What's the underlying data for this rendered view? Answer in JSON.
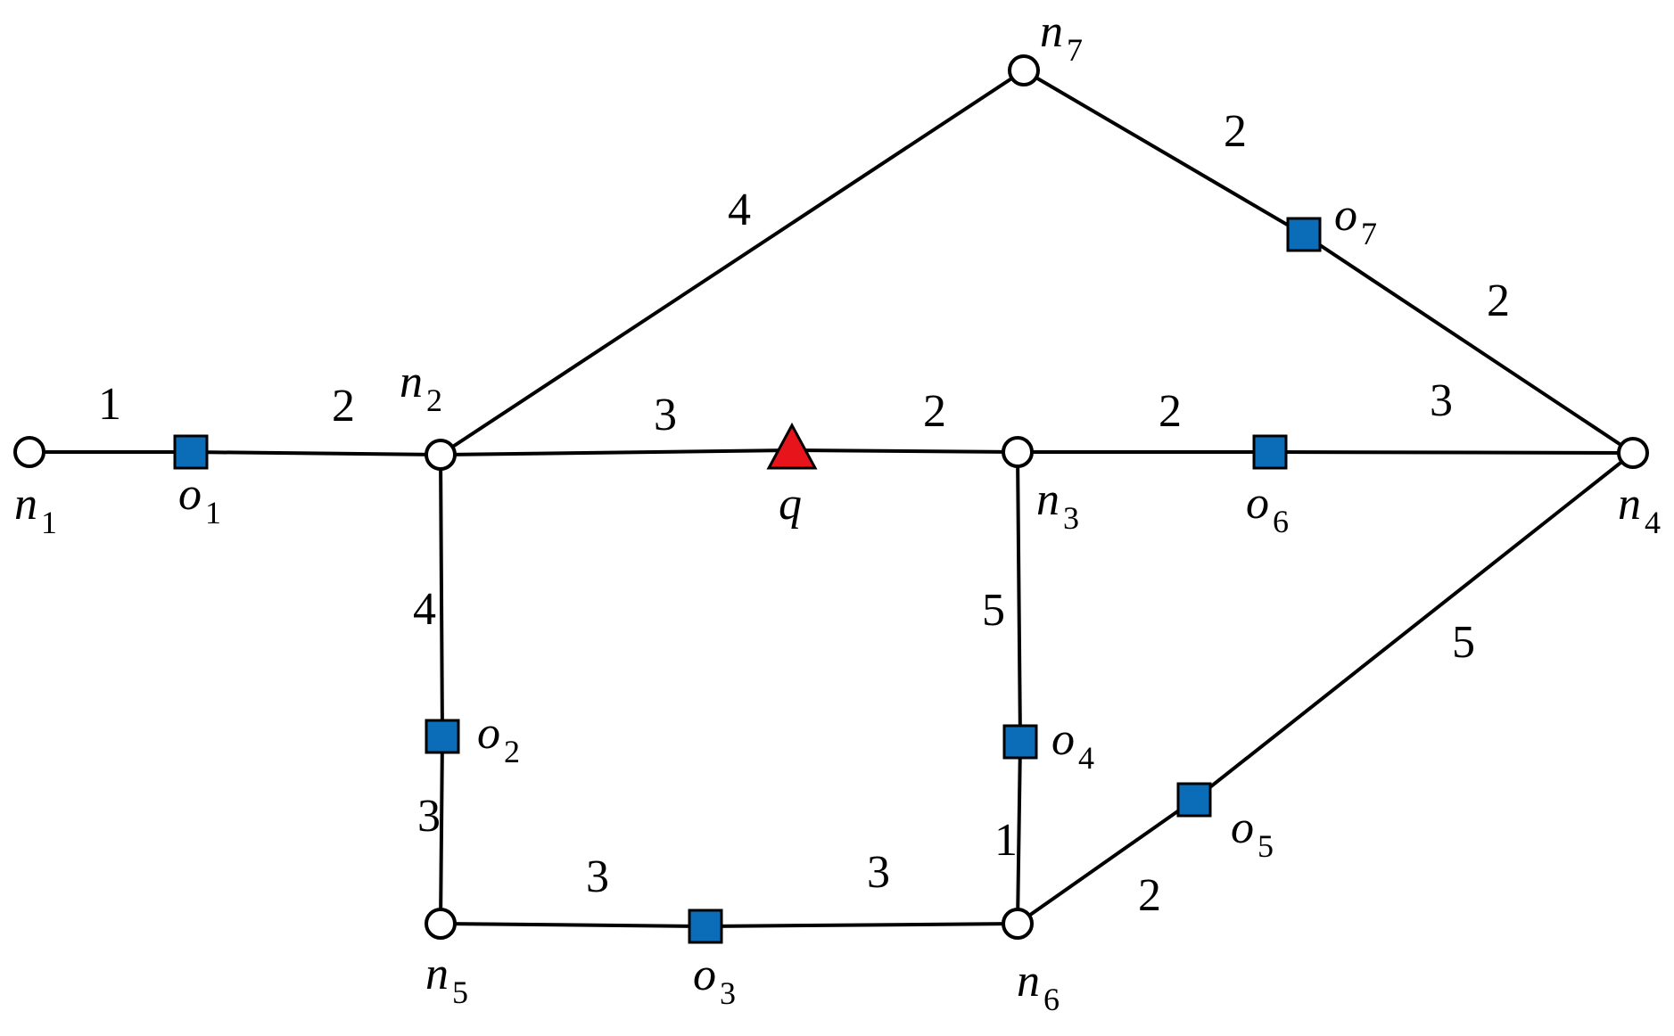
{
  "colors": {
    "edge": "#000000",
    "node_fill": "#ffffff",
    "observer_fill": "#0b6cb8",
    "query_fill": "#e8141b"
  },
  "nodes": [
    {
      "id": "n1",
      "letter": "n",
      "sub": "1"
    },
    {
      "id": "n2",
      "letter": "n",
      "sub": "2"
    },
    {
      "id": "n3",
      "letter": "n",
      "sub": "3"
    },
    {
      "id": "n4",
      "letter": "n",
      "sub": "4"
    },
    {
      "id": "n5",
      "letter": "n",
      "sub": "5"
    },
    {
      "id": "n6",
      "letter": "n",
      "sub": "6"
    },
    {
      "id": "n7",
      "letter": "n",
      "sub": "7"
    }
  ],
  "observers": [
    {
      "id": "o1",
      "letter": "o",
      "sub": "1"
    },
    {
      "id": "o2",
      "letter": "o",
      "sub": "2"
    },
    {
      "id": "o3",
      "letter": "o",
      "sub": "3"
    },
    {
      "id": "o4",
      "letter": "o",
      "sub": "4"
    },
    {
      "id": "o5",
      "letter": "o",
      "sub": "5"
    },
    {
      "id": "o6",
      "letter": "o",
      "sub": "6"
    },
    {
      "id": "o7",
      "letter": "o",
      "sub": "7"
    }
  ],
  "query": {
    "id": "q",
    "label": "q"
  },
  "edges": [
    {
      "from": "n1",
      "to": "o1",
      "weight": "1"
    },
    {
      "from": "o1",
      "to": "n2",
      "weight": "2"
    },
    {
      "from": "n2",
      "to": "q",
      "weight": "3"
    },
    {
      "from": "q",
      "to": "n3",
      "weight": "2"
    },
    {
      "from": "n3",
      "to": "o6",
      "weight": "2"
    },
    {
      "from": "o6",
      "to": "n4",
      "weight": "3"
    },
    {
      "from": "n2",
      "to": "n7",
      "weight": "4"
    },
    {
      "from": "n7",
      "to": "o7",
      "weight": "2"
    },
    {
      "from": "o7",
      "to": "n4",
      "weight": "2"
    },
    {
      "from": "n2",
      "to": "o2",
      "weight": "4"
    },
    {
      "from": "o2",
      "to": "n5",
      "weight": "3"
    },
    {
      "from": "n5",
      "to": "o3",
      "weight": "3"
    },
    {
      "from": "o3",
      "to": "n6",
      "weight": "3"
    },
    {
      "from": "n3",
      "to": "o4",
      "weight": "5"
    },
    {
      "from": "o4",
      "to": "n6",
      "weight": "1"
    },
    {
      "from": "n6",
      "to": "o5",
      "weight": "2"
    },
    {
      "from": "o5",
      "to": "n4",
      "weight": "5"
    }
  ]
}
